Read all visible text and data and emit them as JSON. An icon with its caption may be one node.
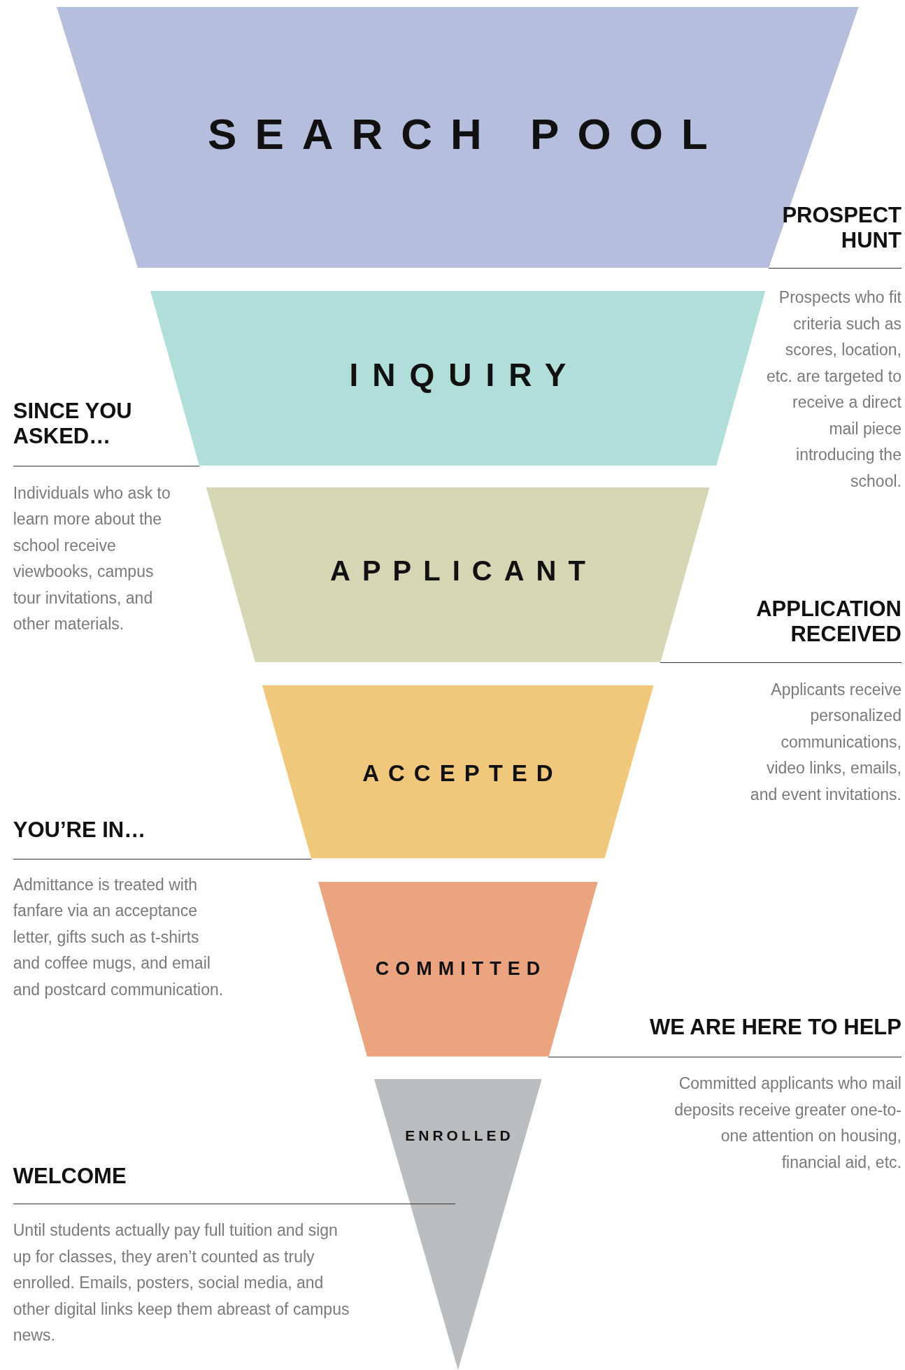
{
  "diagram": {
    "nodes": [
      {
        "text": [
          "SEARCH POOL"
        ]
      },
      {
        "text": [
          "INQUIRY"
        ]
      },
      {
        "text": [
          "APPLICANT"
        ]
      },
      {
        "text": [
          "ACCEPTED"
        ]
      },
      {
        "text": [
          "COMMITTED"
        ]
      },
      {
        "text": [
          "ENROLLED"
        ]
      }
    ],
    "labels": [
      "PROSPECT HUNT",
      "Prospects who fit criteria such as scores, location, etc. are targeted to receive a direct mail piece introducing the school.",
      "SINCE YOU ASKED…",
      "Individuals who ask to learn more about the school receive viewbooks, campus tour invitations, and other materials.",
      "APPLICATION RECEIVED",
      "Applicants receive personalized communications, video links, emails, and event invitations.",
      "YOU’RE IN…",
      "Admittance is treated with fanfare via an acceptance letter, gifts such as t-shirts and coffee mugs, and email and postcard communication.",
      "WE ARE HERE TO HELP",
      "Committed applicants who mail deposits receive greater one-to-one attention on housing, financial aid, etc.",
      "WELCOME",
      "Until students actually pay full tuition and sign up for classes, they aren’t counted as truly enrolled. Emails, posters, social media, and other digital links keep them abreast of campus news."
    ]
  }
}
